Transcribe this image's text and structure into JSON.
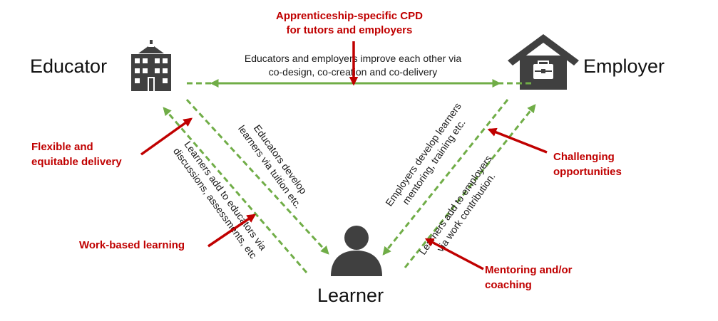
{
  "nodes": {
    "educator": "Educator",
    "employer": "Employer",
    "learner": "Learner"
  },
  "top_flow": {
    "line1": "Educators and employers improve each other via",
    "line2": "co-design, co-creation and co-delivery"
  },
  "edu_to_learner": {
    "line1": "Educators develop",
    "line2": "learners via tuition etc."
  },
  "learner_to_edu": {
    "line1": "Learners add to educators via",
    "line2": "discussions, assessments, etc"
  },
  "emp_to_learner": {
    "line1": "Employers develop learners",
    "line2": "mentoring, training etc."
  },
  "learner_to_emp": {
    "line1": "Learners add to employers",
    "line2": "via work contribution."
  },
  "red_labels": {
    "cpd_line1": "Apprenticeship-specific CPD",
    "cpd_line2": "for tutors and employers",
    "flex_line1": "Flexible and",
    "flex_line2": "equitable delivery",
    "wbl": "Work-based learning",
    "chal_line1": "Challenging",
    "chal_line2": "opportunities",
    "ment_line1": "Mentoring and/or",
    "ment_line2": "coaching"
  },
  "colors": {
    "green_dashed": "#70ad47",
    "red_accent": "#c00000",
    "icon_gray": "#404040"
  },
  "icons": [
    "school-building-icon",
    "briefcase-house-icon",
    "person-icon"
  ]
}
